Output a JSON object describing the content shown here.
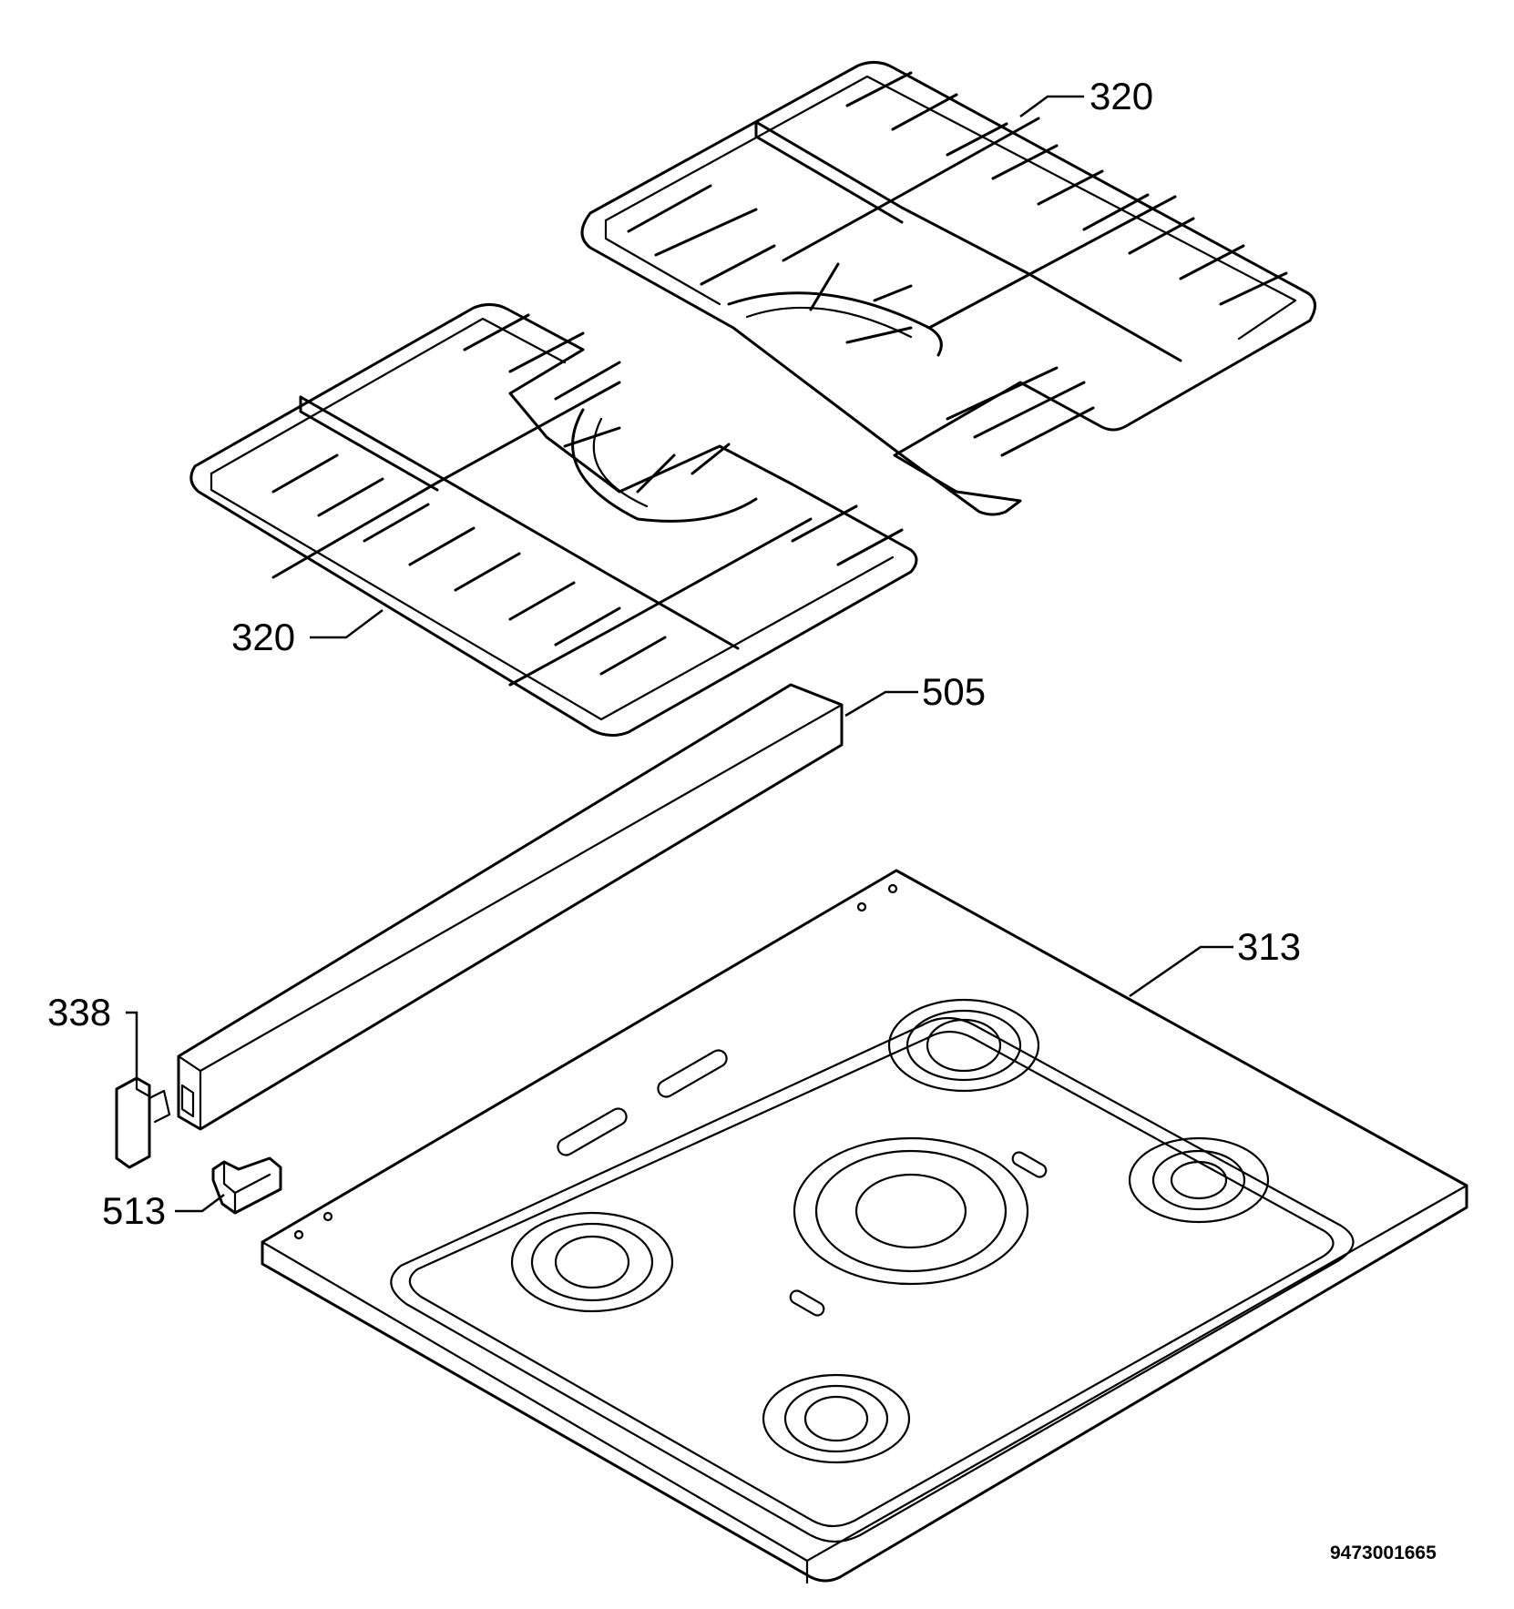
{
  "callouts": {
    "grid_top": "320",
    "grid_left": "320",
    "trim_strip": "505",
    "hob_top": "313",
    "end_cap": "338",
    "bracket": "513"
  },
  "drawing_number": "9473001665"
}
